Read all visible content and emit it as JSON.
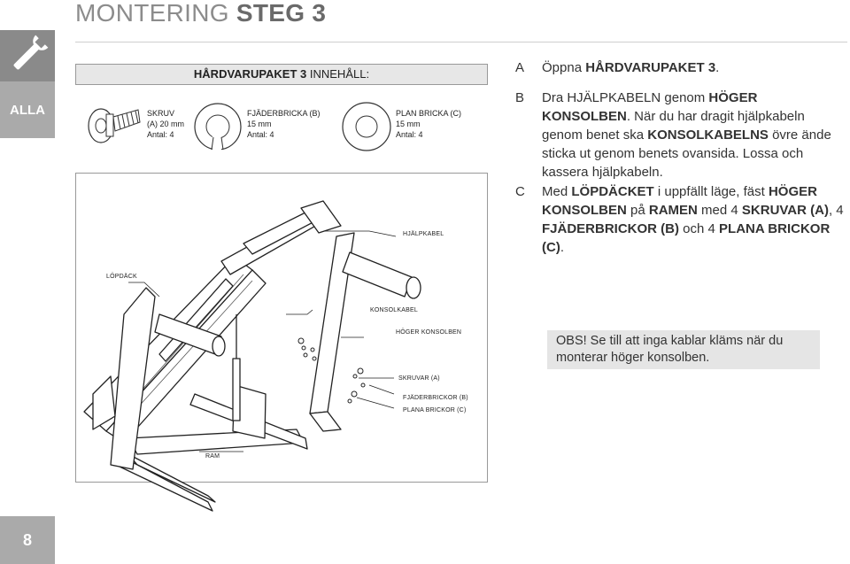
{
  "sidebar": {
    "top_icon": "wrench-icon",
    "section_label": "ALLA",
    "page_number": "8"
  },
  "header": {
    "title_light": "MONTERING ",
    "title_bold": "STEG 3"
  },
  "hardware": {
    "header_bold": "HÅRDVARUPAKET 3",
    "header_light": " INNEHÅLL:",
    "parts": [
      {
        "l1": "SKRUV",
        "l2": "(A) 20 mm",
        "l3": "Antal: 4"
      },
      {
        "l1": "FJÄDERBRICKA (B)",
        "l2": "15 mm",
        "l3": "Antal: 4"
      },
      {
        "l1": "PLAN BRICKA (C)",
        "l2": "15 mm",
        "l3": "Antal: 4"
      }
    ]
  },
  "diagram_labels": {
    "hjalpkabel": "HJÄLPKABEL",
    "lopdack": "LÖPDÄCK",
    "konsolkabel": "KONSOLKABEL",
    "hoger_konsolben": "HÖGER KONSOLBEN",
    "skruvar": "SKRUVAR (A)",
    "fjaderbrickor": "FJÄDERBRICKOR (B)",
    "plana_brickor": "PLANA BRICKOR (C)",
    "ram": "RAM"
  },
  "steps": {
    "a": {
      "letter": "A",
      "t1": "Öppna ",
      "b1": "HÅRDVARUPAKET 3",
      "t2": "."
    },
    "b": {
      "letter": "B",
      "t1": "Dra HJÄLPKABELN genom ",
      "b1": "HÖGER KONSOLBEN",
      "t2": ". När du har dragit hjälpkabeln genom benet ska ",
      "b2": "KONSOLKABELNS",
      "t3": " övre ände sticka ut genom benets ovansida. Lossa och kassera hjälpkabeln."
    },
    "c": {
      "letter": "C",
      "t1": "Med ",
      "b1": "LÖPDÄCKET",
      "t2": " i uppfällt läge, fäst ",
      "b2": "HÖGER KONSOLBEN",
      "t3": " på ",
      "b3": "RAMEN",
      "t4": " med 4 ",
      "b4": "SKRUVAR (A)",
      "t5": ", 4 ",
      "b5": "FJÄDERBRICKOR (B)",
      "t6": " och 4 ",
      "b6": "PLANA BRICKOR (C)",
      "t7": "."
    }
  },
  "note": {
    "text": "OBS! Se till att inga kablar kläms när du monterar höger konsolben."
  }
}
